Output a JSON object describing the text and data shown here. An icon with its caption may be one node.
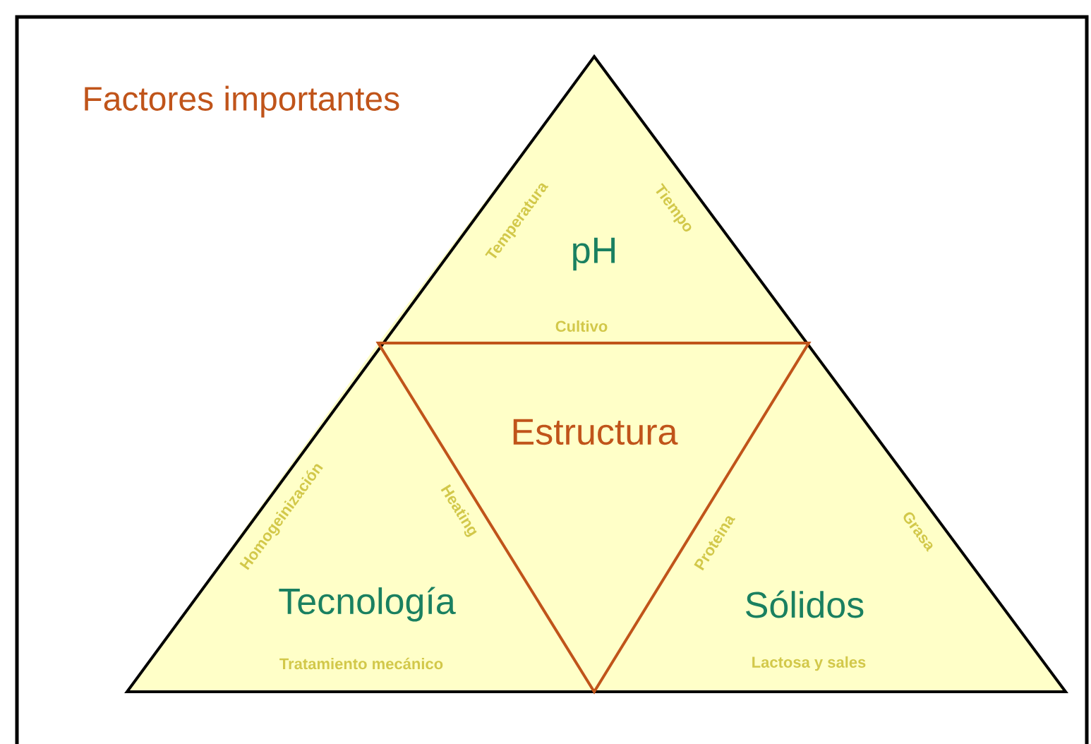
{
  "diagram": {
    "title": "Factores importantes",
    "nodes": [
      {
        "text": [
          "pH",
          "Temperatura",
          "Tiempo",
          "Cultivo"
        ]
      },
      {
        "text": [
          "Estructura"
        ]
      },
      {
        "text": [
          "Tecnología",
          "Homogeinización",
          "Heating",
          "Tratamiento mecánico"
        ]
      },
      {
        "text": [
          "Sólidos",
          "Proteina",
          "Grasa",
          "Lactosa y sales"
        ]
      }
    ]
  }
}
